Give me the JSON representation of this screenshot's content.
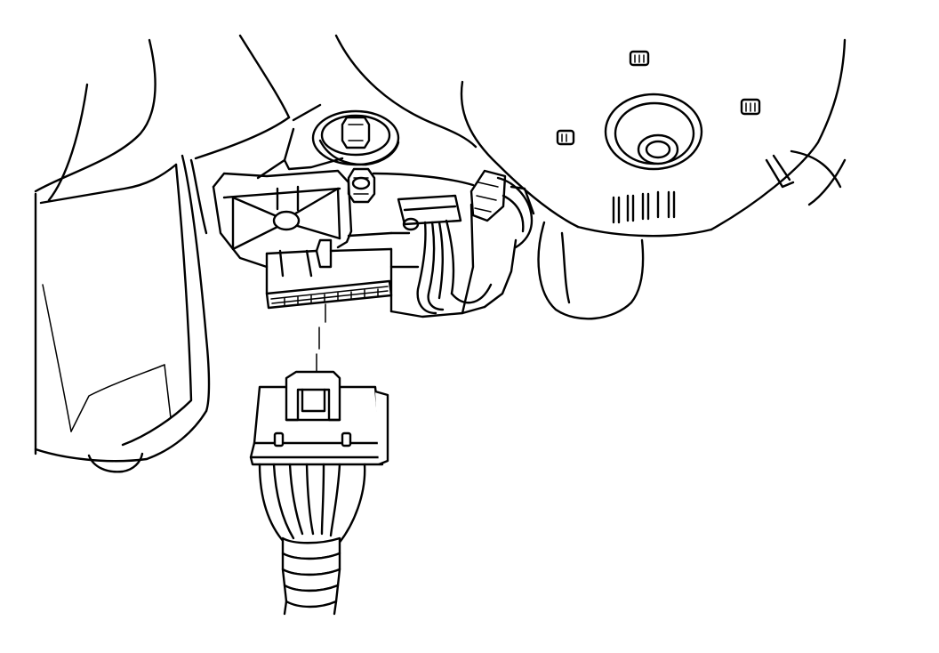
{
  "diagram": {
    "kind": "technical line illustration",
    "colors": {
      "line": "#000000",
      "background": "#ffffff"
    },
    "parts": [
      "left-trim-panel",
      "housing-cover",
      "mounting-bracket",
      "mounting-bolt",
      "hex-nut",
      "module",
      "module-connector-port",
      "wire-pigtail",
      "side-connector",
      "round-access-port",
      "wiring-harness-connector",
      "wiring-harness",
      "alignment-leader-line"
    ]
  }
}
